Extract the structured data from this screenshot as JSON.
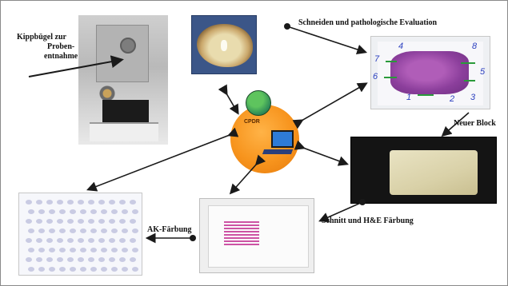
{
  "labels": {
    "kippbuegel_line1": "Kippbügel zur",
    "kippbuegel_line2": "Proben-",
    "kippbuegel_line3": "entnahme",
    "schneiden": "Schneiden und pathologische Evaluation",
    "neuer_block": "Neuer Block",
    "schnitt": "Schnitt und H&E Färbung",
    "ak_faerbung": "AK-Färbung",
    "hub": "CPDR"
  },
  "slide_marks": [
    "4",
    "8",
    "7",
    "6",
    "5",
    "1",
    "2",
    "3"
  ],
  "colors": {
    "hub_orange": "#f7941d",
    "arrow": "#1a1a1a",
    "he_purple": "#8c3f9c",
    "marker_green": "#2a9a3a",
    "marker_blue": "#2b3fbf"
  }
}
